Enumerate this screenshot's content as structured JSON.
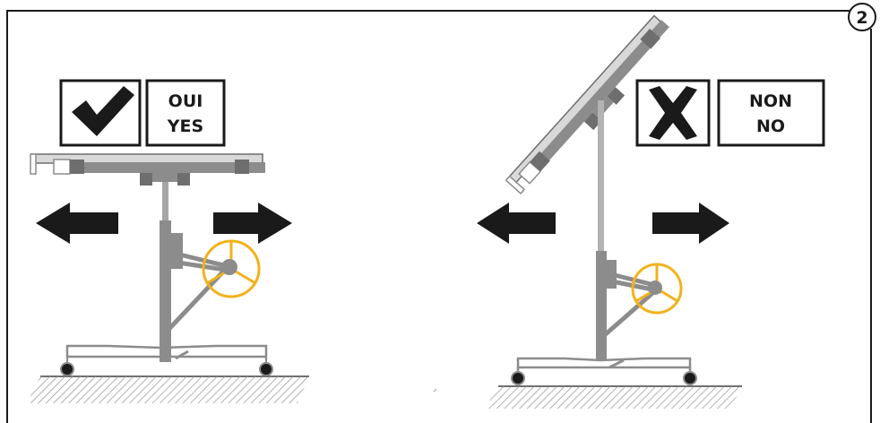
{
  "step_number": "2",
  "correct_panel": {
    "label_fr": "OUI",
    "label_en": "YES",
    "icon": "checkmark-icon"
  },
  "incorrect_panel": {
    "label_fr": "NON",
    "label_en": "NO",
    "icon": "cross-icon"
  },
  "colors": {
    "frame": "#1a1a1a",
    "machine_gray": "#8c8c8c",
    "machine_dark": "#6e6e6e",
    "wheel_yellow": "#f2b21b",
    "arrow": "#1a1a1a",
    "hatch": "#9a9a9a"
  }
}
